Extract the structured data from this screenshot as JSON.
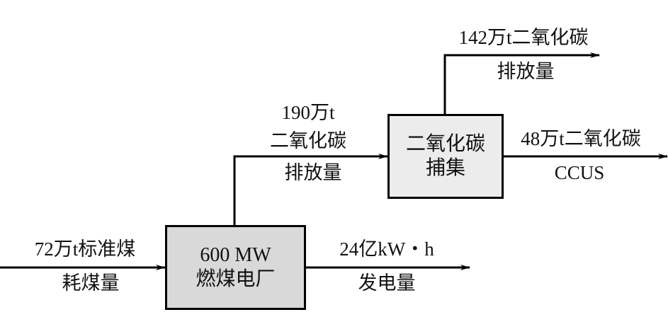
{
  "nodes": {
    "power_plant": {
      "line1": "600 MW",
      "line2": "燃煤电厂",
      "fill": "#d9d9d9"
    },
    "co2_capture": {
      "line1": "二氧化碳",
      "line2": "捕集",
      "fill": "#ececec"
    }
  },
  "flows": {
    "coal_input": {
      "value": "72万t标准煤",
      "label": "耗煤量"
    },
    "electricity_output": {
      "value": "24亿kW・h",
      "label": "发电量"
    },
    "co2_emission": {
      "value": "190万t",
      "value2": "二氧化碳",
      "label": "排放量"
    },
    "co2_after_capture": {
      "value": "142万t二氧化碳",
      "label": "排放量"
    },
    "co2_captured": {
      "value": "48万t二氧化碳",
      "label": "CCUS"
    }
  }
}
